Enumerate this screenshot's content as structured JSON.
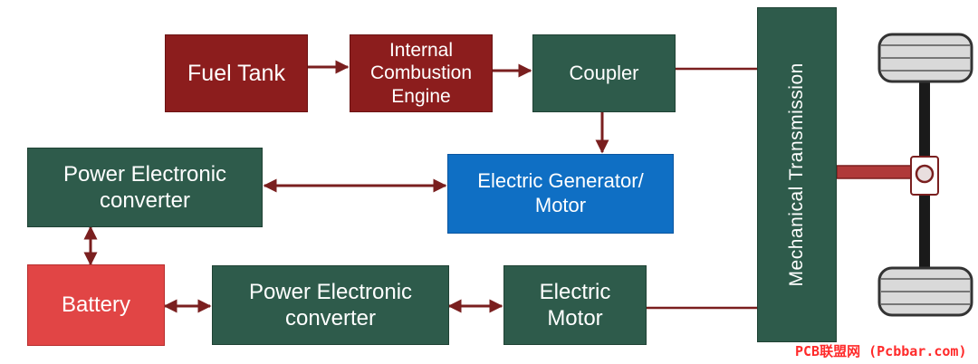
{
  "blocks": {
    "fuel_tank": "Fuel Tank",
    "ice": "Internal\nCombustion\nEngine",
    "coupler": "Coupler",
    "generator": "Electric Generator/\nMotor",
    "pec_top": "Power Electronic\nconverter",
    "battery": "Battery",
    "pec_bottom": "Power Electronic\nconverter",
    "motor": "Electric\nMotor",
    "transmission": "Mechanical Transmission"
  },
  "watermark": "PCB联盟网 (Pcbbar.com)",
  "colors": {
    "fuel_path": "#8c1d1d",
    "power_units": "#2e5b4b",
    "generator": "#0f6fc4",
    "battery": "#e14545",
    "connectors": "#7a1f1f",
    "wheels": "#1a1a1a"
  }
}
